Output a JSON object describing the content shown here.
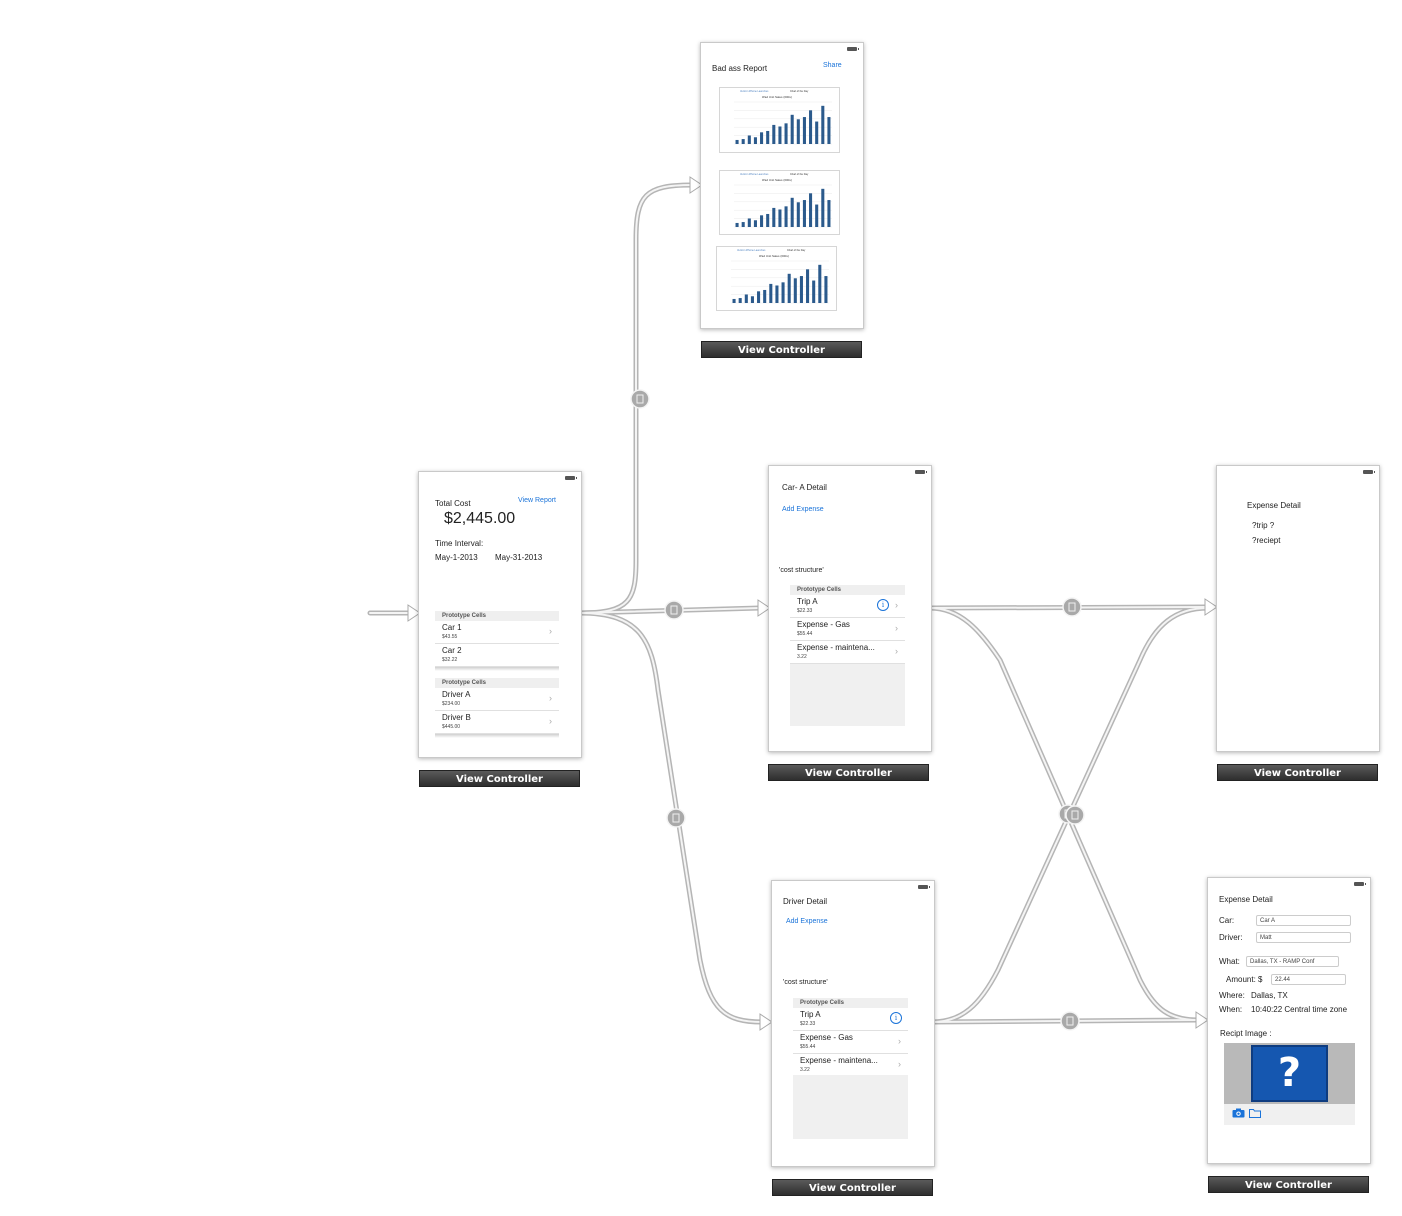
{
  "accent": "#1a73d9",
  "segue_icon": "segue-push-icon",
  "view_controller_label": "View Controller",
  "report": {
    "title": "Bad ass Report",
    "share": "Share",
    "chart_header_left": "Verizon iPhone Launches",
    "chart_header_right": "Chart of the Day",
    "chart_title": "iPad Unit Sales (000s)"
  },
  "chart_data": [
    {
      "type": "bar",
      "values": [
        18,
        22,
        38,
        30,
        52,
        58,
        85,
        78,
        92,
        130,
        110,
        120,
        150,
        100,
        170,
        120
      ]
    },
    {
      "type": "bar",
      "values": [
        18,
        22,
        38,
        30,
        52,
        58,
        85,
        78,
        92,
        130,
        110,
        120,
        150,
        100,
        170,
        120
      ]
    },
    {
      "type": "bar",
      "values": [
        18,
        22,
        38,
        30,
        52,
        58,
        85,
        78,
        92,
        130,
        110,
        120,
        150,
        100,
        170,
        120
      ]
    }
  ],
  "main": {
    "total_label": "Total Cost",
    "total_value": "$2,445.00",
    "view_report": "View Report",
    "interval_label": "Time Interval:",
    "start_date": "May-1-2013",
    "end_date": "May-31-2013",
    "section_label": "Prototype Cells",
    "cars": [
      {
        "title": "Car 1",
        "subtitle": "$43.55"
      },
      {
        "title": "Car 2",
        "subtitle": "$32.22"
      }
    ],
    "drivers": [
      {
        "title": "Driver A",
        "subtitle": "$234.00"
      },
      {
        "title": "Driver B",
        "subtitle": "$445.00"
      }
    ]
  },
  "car_detail": {
    "title": "Car- A  Detail",
    "add_expense": "Add Expense",
    "cost_structure": "'cost structure'",
    "section_label": "Prototype Cells",
    "rows": [
      {
        "title": "Trip A",
        "subtitle": "$22.33",
        "info": "i"
      },
      {
        "title": "Expense - Gas",
        "subtitle": "$55.44"
      },
      {
        "title": "Expense - maintena...",
        "subtitle": "3.22"
      }
    ]
  },
  "driver_detail": {
    "title": "Driver Detail",
    "add_expense": "Add Expense",
    "cost_structure": "'cost structure'",
    "section_label": "Prototype Cells",
    "rows": [
      {
        "title": "Trip A",
        "subtitle": "$22.33",
        "info": "i"
      },
      {
        "title": "Expense - Gas",
        "subtitle": "$55.44"
      },
      {
        "title": "Expense - maintena...",
        "subtitle": "3.22"
      }
    ]
  },
  "expense_placeholder": {
    "title": "Expense  Detail",
    "line1": "?trip ?",
    "line2": "?reciept"
  },
  "expense_form": {
    "title": "Expense Detail",
    "car_label": "Car:",
    "car_value": "Car A",
    "driver_label": "Driver:",
    "driver_value": "Matt",
    "what_label": "What:",
    "what_value": "Dallas, TX - RAMP Conf",
    "amount_label": "Amount:  $",
    "amount_value": "22.44",
    "where_label": "Where:",
    "where_value": "Dallas, TX",
    "when_label": "When:",
    "when_value": "10:40:22 Central time zone",
    "receipt_label": "Recipt Image :",
    "qmark": "?",
    "camera_icon": "camera-icon",
    "folder_icon": "folder-icon"
  }
}
